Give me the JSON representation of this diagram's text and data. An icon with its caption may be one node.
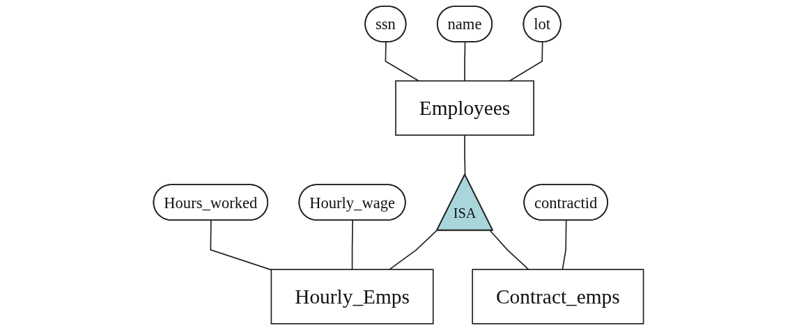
{
  "diagram": {
    "nodes": [
      {
        "text": [
          "ssn"
        ]
      },
      {
        "text": [
          "name"
        ]
      },
      {
        "text": [
          "lot"
        ]
      },
      {
        "text": [
          "Employees"
        ]
      },
      {
        "text": [
          "Hours_worked"
        ]
      },
      {
        "text": [
          "Hourly_wage"
        ]
      },
      {
        "text": [
          "ISA"
        ]
      },
      {
        "text": [
          "contractid"
        ]
      },
      {
        "text": [
          "Hourly_Emps"
        ]
      },
      {
        "text": [
          "Contract_emps"
        ]
      }
    ],
    "edges": [
      {
        "from": 0,
        "to": 3,
        "arrow": "none"
      },
      {
        "from": 1,
        "to": 3,
        "arrow": "none"
      },
      {
        "from": 2,
        "to": 3,
        "arrow": "none"
      },
      {
        "from": 3,
        "to": 6,
        "arrow": "none"
      },
      {
        "from": 4,
        "to": 8,
        "arrow": "none"
      },
      {
        "from": 5,
        "to": 8,
        "arrow": "none"
      },
      {
        "from": 6,
        "to": 8,
        "arrow": "none"
      },
      {
        "from": 6,
        "to": 9,
        "arrow": "none"
      },
      {
        "from": 7,
        "to": 9,
        "arrow": "none"
      }
    ]
  }
}
